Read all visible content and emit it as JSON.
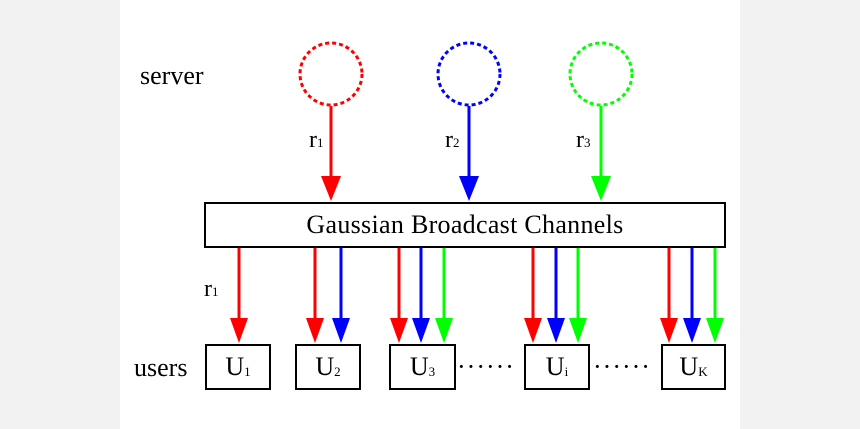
{
  "labels": {
    "server": "server",
    "users": "users",
    "channel": "Gaussian Broadcast Channels",
    "ellipsis_left": "······",
    "ellipsis_right": "······"
  },
  "colors": {
    "red": "#ff0000",
    "blue": "#0000ff",
    "green": "#00ff00"
  },
  "servers": [
    {
      "rate_main": "r",
      "rate_sub": "1",
      "color": "#ff0000"
    },
    {
      "rate_main": "r",
      "rate_sub": "2",
      "color": "#0000ff"
    },
    {
      "rate_main": "r",
      "rate_sub": "3",
      "color": "#00ff00"
    }
  ],
  "user_rate": {
    "main": "r",
    "sub": "1"
  },
  "users": [
    {
      "main": "U",
      "sub": "1"
    },
    {
      "main": "U",
      "sub": "2"
    },
    {
      "main": "U",
      "sub": "3"
    },
    {
      "main": "U",
      "sub": "i"
    },
    {
      "main": "U",
      "sub": "K"
    }
  ]
}
